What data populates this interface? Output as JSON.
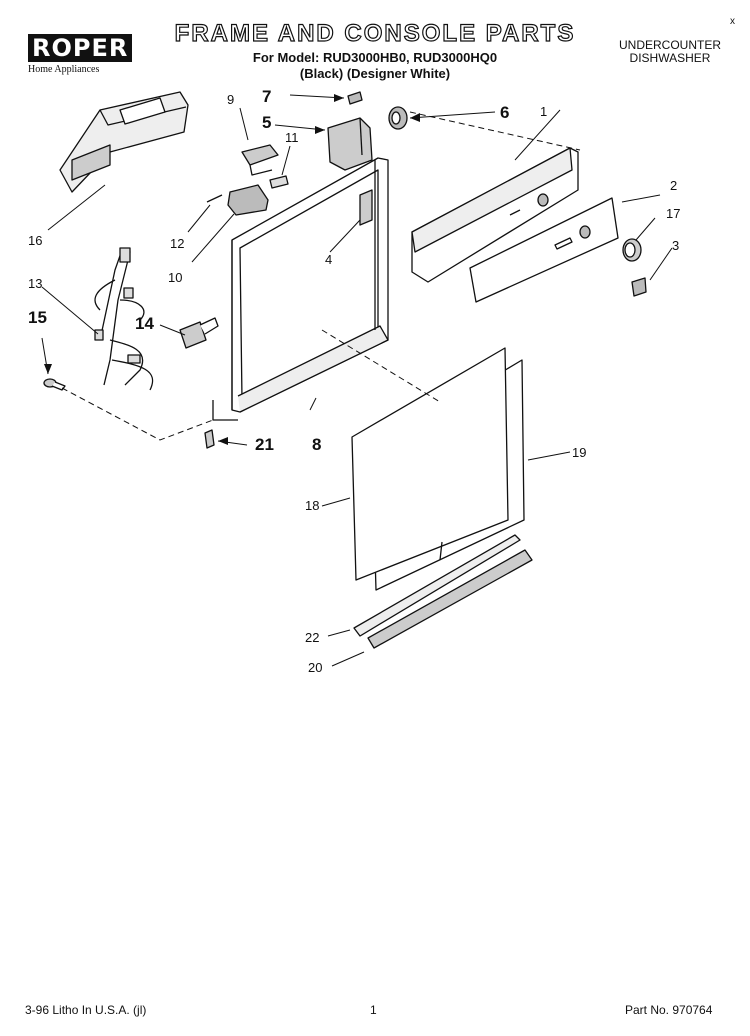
{
  "brand": {
    "name": "ROPER",
    "tagline": "Home Appliances"
  },
  "title": "FRAME AND CONSOLE PARTS",
  "models_line": "For Model: RUD3000HB0, RUD3000HQ0",
  "colors_line": "(Black)   (Designer White)",
  "product": {
    "line1": "UNDERCOUNTER",
    "line2": "DISHWASHER"
  },
  "callouts": [
    "1",
    "2",
    "3",
    "4",
    "5",
    "6",
    "7",
    "8",
    "9",
    "10",
    "11",
    "12",
    "13",
    "14",
    "15",
    "16",
    "17",
    "18",
    "19",
    "20",
    "21",
    "22"
  ],
  "footer": {
    "left": "3-96 Litho In U.S.A. (jl)",
    "center": "1",
    "right": "Part No. 970764"
  },
  "corner_mark": "x"
}
